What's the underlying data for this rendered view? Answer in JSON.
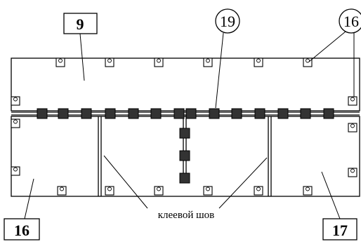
{
  "labels": {
    "top_left": "9",
    "circle_top": "19",
    "circle_right": "16",
    "bottom_left": "16",
    "bottom_right": "17",
    "seam": "клеевой шов"
  },
  "colors": {
    "line": "#000000",
    "clamp": "#333333",
    "background": "#ffffff"
  },
  "icons": {
    "clamp": "square-clamp-icon",
    "fastener": "fastener-bracket-icon"
  }
}
